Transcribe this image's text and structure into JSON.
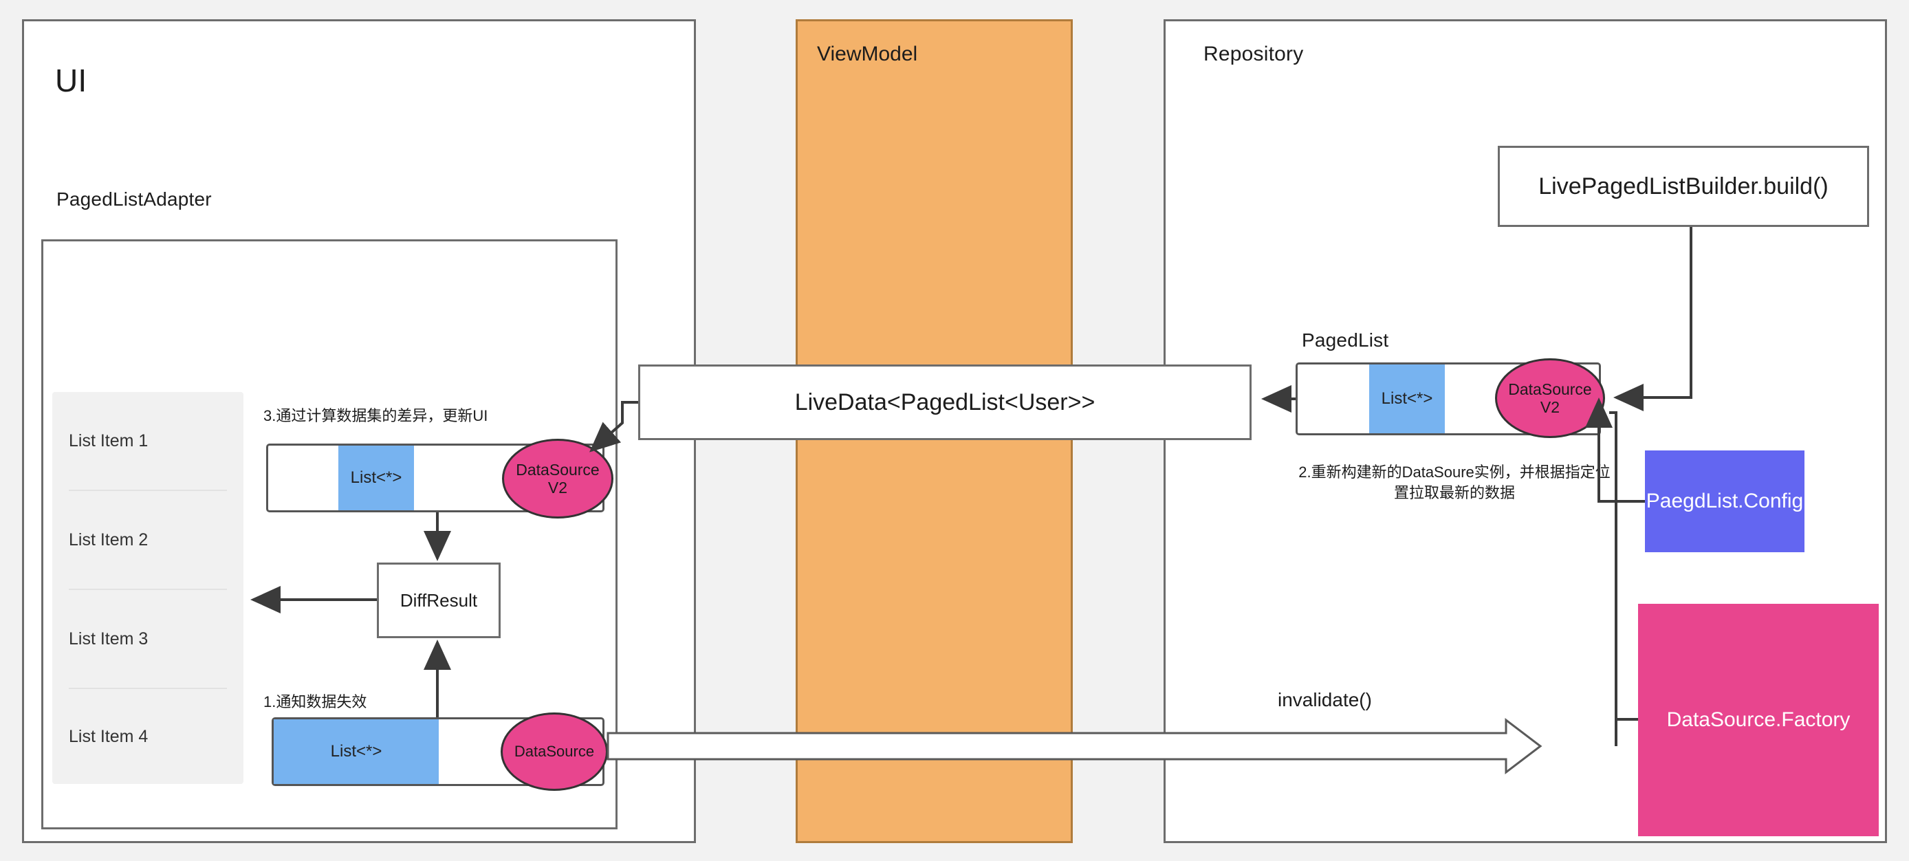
{
  "diagram": {
    "title_ui": "UI",
    "lanes": [
      {
        "id": "ui",
        "label": "UI"
      },
      {
        "id": "viewmodel",
        "label": "ViewModel"
      },
      {
        "id": "repository",
        "label": "Repository"
      }
    ]
  },
  "ui_lane": {
    "title": "UI",
    "adapter_label": "PagedListAdapter",
    "list_items": [
      "List Item 1",
      "List Item 2",
      "List Item 3",
      "List Item 4"
    ],
    "annotation_step3": "3.通过计算数据集的差异，更新UI",
    "annotation_step1": "1.通知数据失效",
    "paged_list_new": {
      "list_label": "List<*>",
      "datasource_label": "DataSource\nV2"
    },
    "paged_list_old": {
      "list_label": "List<*>",
      "datasource_label": "DataSource"
    },
    "diff_result_label": "DiffResult"
  },
  "viewmodel_lane": {
    "title": "ViewModel",
    "color": "#f4b26a"
  },
  "livedata": {
    "label": "LiveData<PagedList<User>>"
  },
  "repository_lane": {
    "title": "Repository",
    "builder_label": "LivePagedListBuilder.build()",
    "paged_list_title": "PagedList",
    "paged_list": {
      "list_label": "List<*>",
      "datasource_label": "DataSource\nV2"
    },
    "annotation_step2": "2.重新构建新的DataSoure实例，并根据指定位\n置拉取最新的数据",
    "config_label": "PaegdList.Config",
    "factory_label": "DataSource.Factory"
  },
  "edges": {
    "invalidate_label": "invalidate()"
  },
  "colors": {
    "accent_orange": "#f4b26a",
    "accent_blue_list": "#77b3f0",
    "accent_pink": "#e8458e",
    "accent_indigo": "#6366f1",
    "stroke": "#6d6d6d",
    "canvas": "#f2f2f2"
  }
}
